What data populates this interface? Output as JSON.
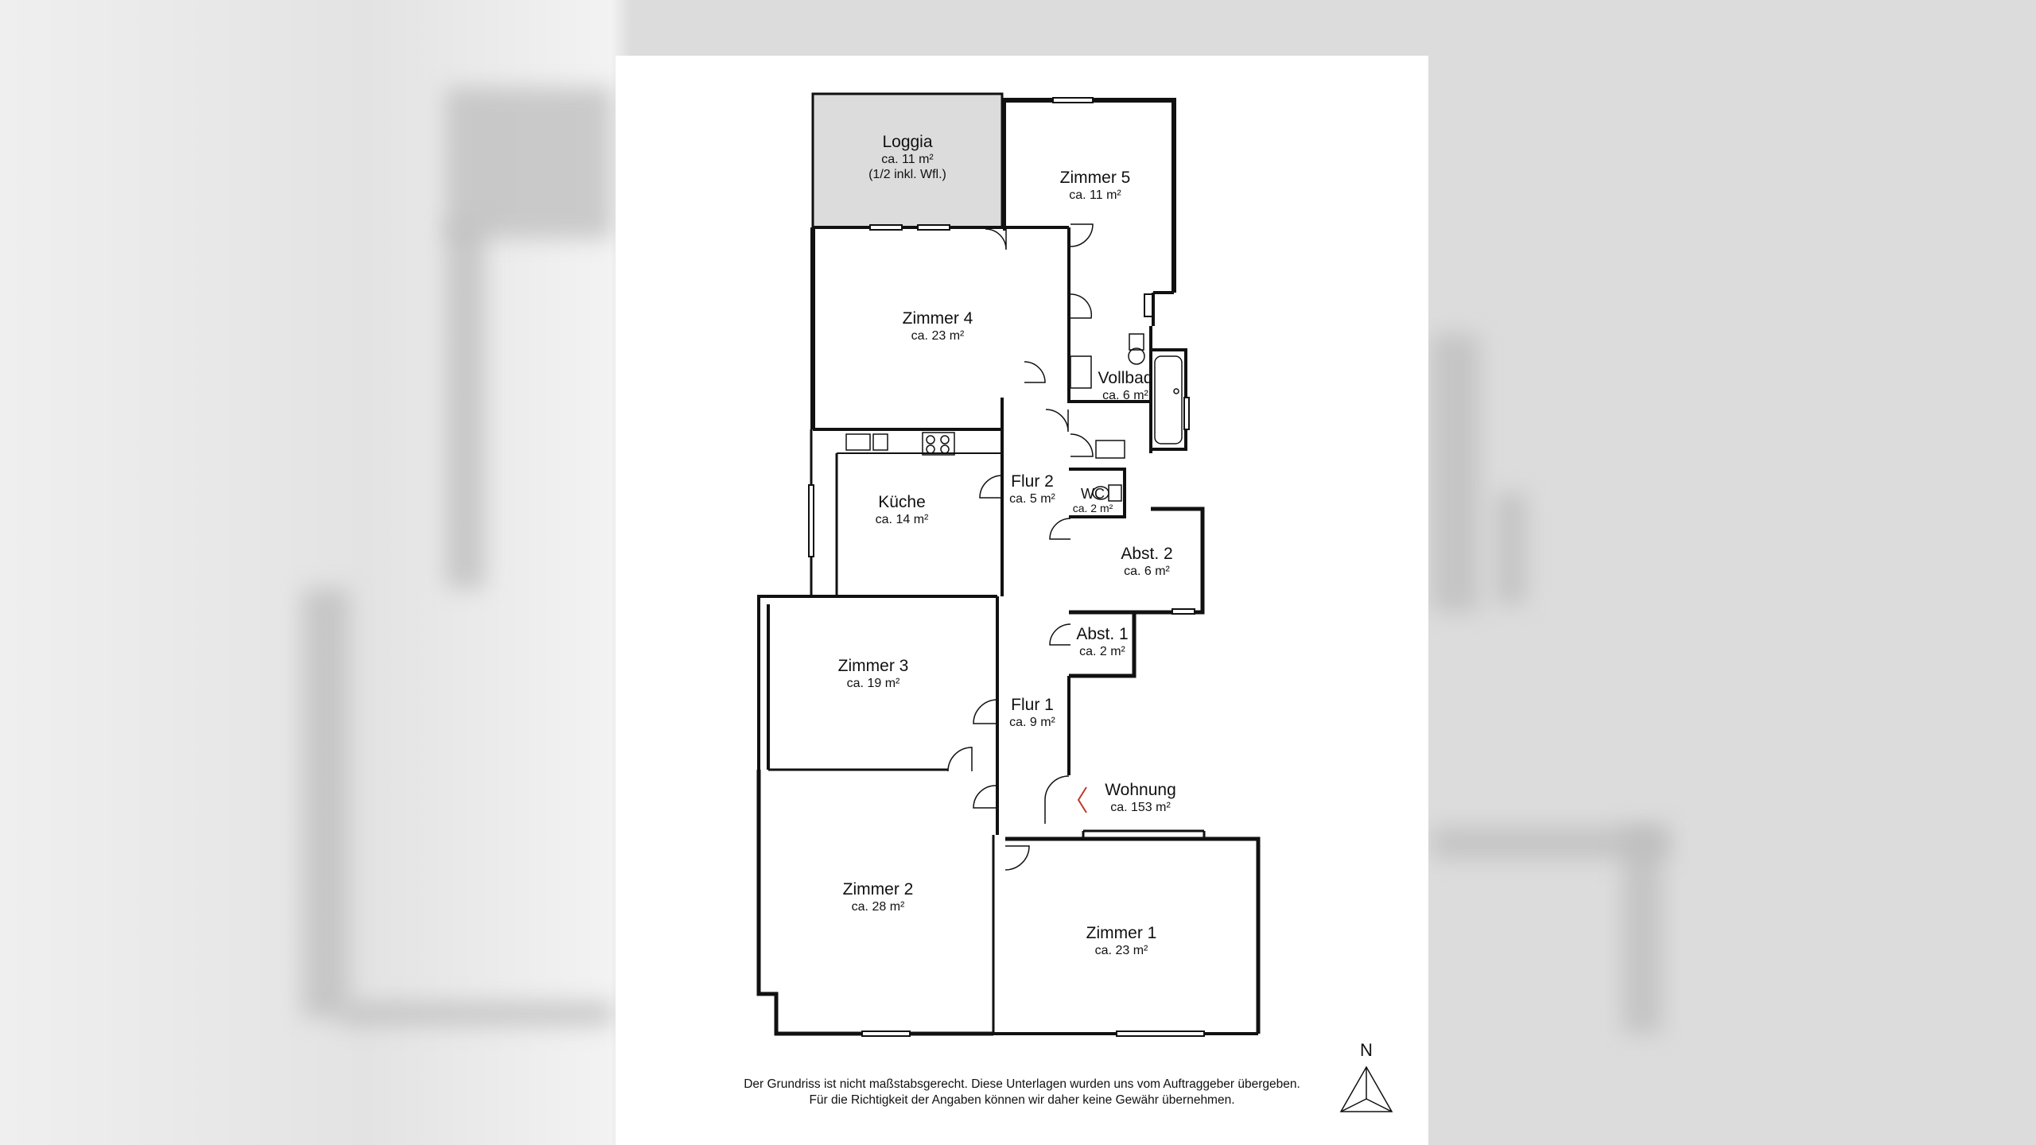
{
  "rooms": {
    "loggia": {
      "name": "Loggia",
      "area": "ca. 11 m²",
      "note": "(1/2 inkl. Wfl.)"
    },
    "zimmer5": {
      "name": "Zimmer 5",
      "area": "ca. 11 m²"
    },
    "zimmer4": {
      "name": "Zimmer 4",
      "area": "ca. 23 m²"
    },
    "vollbad": {
      "name": "Vollbad",
      "area": "ca. 6 m²"
    },
    "kueche": {
      "name": "Küche",
      "area": "ca. 14 m²"
    },
    "flur2": {
      "name": "Flur 2",
      "area": "ca. 5 m²"
    },
    "wc": {
      "name": "WC",
      "area": "ca. 2 m²"
    },
    "abst2": {
      "name": "Abst. 2",
      "area": "ca. 6 m²"
    },
    "abst1": {
      "name": "Abst. 1",
      "area": "ca. 2 m²"
    },
    "zimmer3": {
      "name": "Zimmer 3",
      "area": "ca. 19 m²"
    },
    "flur1": {
      "name": "Flur 1",
      "area": "ca. 9 m²"
    },
    "wohnung": {
      "name": "Wohnung",
      "area": "ca. 153 m²"
    },
    "zimmer2": {
      "name": "Zimmer 2",
      "area": "ca. 28 m²"
    },
    "zimmer1": {
      "name": "Zimmer 1",
      "area": "ca. 23 m²"
    }
  },
  "disclaimer": {
    "line1": "Der Grundriss ist nicht maßstabsgerecht. Diese Unterlagen wurden uns vom Auftraggeber übergeben.",
    "line2": "Für die Richtigkeit der Angaben können wir daher keine Gewähr übernehmen."
  },
  "compass": {
    "label": "N"
  },
  "colors": {
    "wall": "#111111",
    "loggia_fill": "#dcdcdc",
    "entry_marker": "#c0392b"
  }
}
